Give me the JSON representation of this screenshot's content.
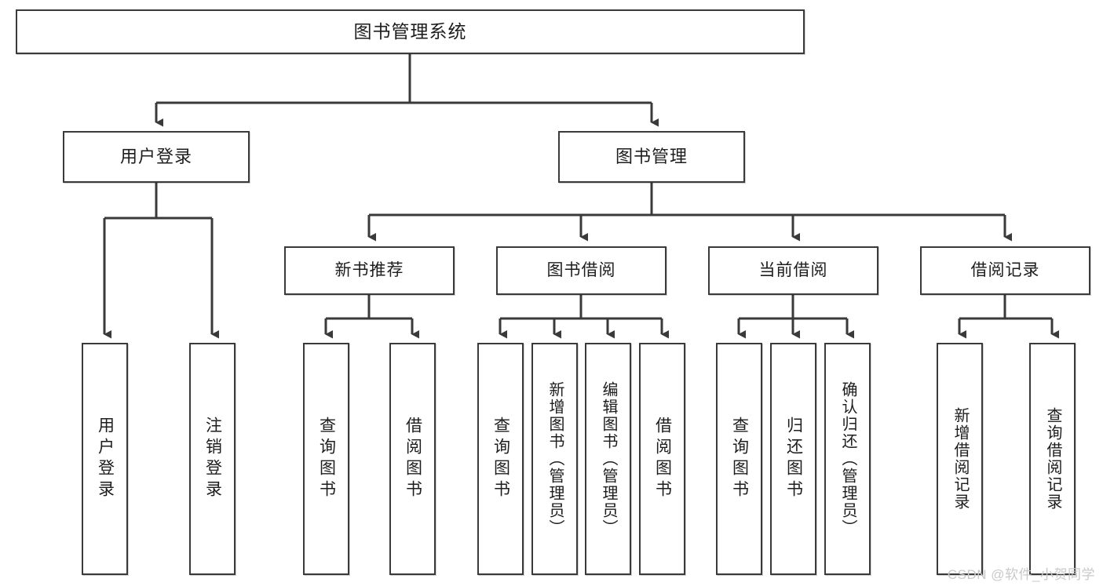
{
  "diagram": {
    "title_node": "图书管理系统",
    "watermark": "CSDN @软件_小贺同学",
    "line_color": "#3a3a3a",
    "box_fill": "#ffffff",
    "text_color": "#1d1d1d",
    "level2": [
      {
        "label": "用户登录"
      },
      {
        "label": "图书管理"
      }
    ],
    "level3": [
      {
        "label": "新书推荐"
      },
      {
        "label": "图书借阅"
      },
      {
        "label": "当前借阅"
      },
      {
        "label": "借阅记录"
      }
    ],
    "leaves": [
      {
        "label": "用户登录",
        "parent": "用户登录"
      },
      {
        "label": "注销登录",
        "parent": "用户登录"
      },
      {
        "label": "查询图书",
        "parent": "新书推荐"
      },
      {
        "label": "借阅图书",
        "parent": "新书推荐"
      },
      {
        "label": "查询图书",
        "parent": "图书借阅"
      },
      {
        "label": "新增图书（管理员）",
        "parent": "图书借阅"
      },
      {
        "label": "编辑图书（管理员）",
        "parent": "图书借阅"
      },
      {
        "label": "借阅图书",
        "parent": "图书借阅"
      },
      {
        "label": "查询图书",
        "parent": "当前借阅"
      },
      {
        "label": "归还图书",
        "parent": "当前借阅"
      },
      {
        "label": "确认归还（管理员）",
        "parent": "当前借阅"
      },
      {
        "label": "新增借阅记录",
        "parent": "借阅记录"
      },
      {
        "label": "查询借阅记录",
        "parent": "借阅记录"
      }
    ]
  },
  "chart_data": {
    "type": "table",
    "title": "图书管理系统 功能结构图",
    "root": "图书管理系统",
    "tree": [
      {
        "name": "用户登录",
        "children": [
          "用户登录",
          "注销登录"
        ]
      },
      {
        "name": "图书管理",
        "children": [
          {
            "name": "新书推荐",
            "children": [
              "查询图书",
              "借阅图书"
            ]
          },
          {
            "name": "图书借阅",
            "children": [
              "查询图书",
              "新增图书（管理员）",
              "编辑图书（管理员）",
              "借阅图书"
            ]
          },
          {
            "name": "当前借阅",
            "children": [
              "查询图书",
              "归还图书",
              "确认归还（管理员）"
            ]
          },
          {
            "name": "借阅记录",
            "children": [
              "新增借阅记录",
              "查询借阅记录"
            ]
          }
        ]
      }
    ]
  }
}
